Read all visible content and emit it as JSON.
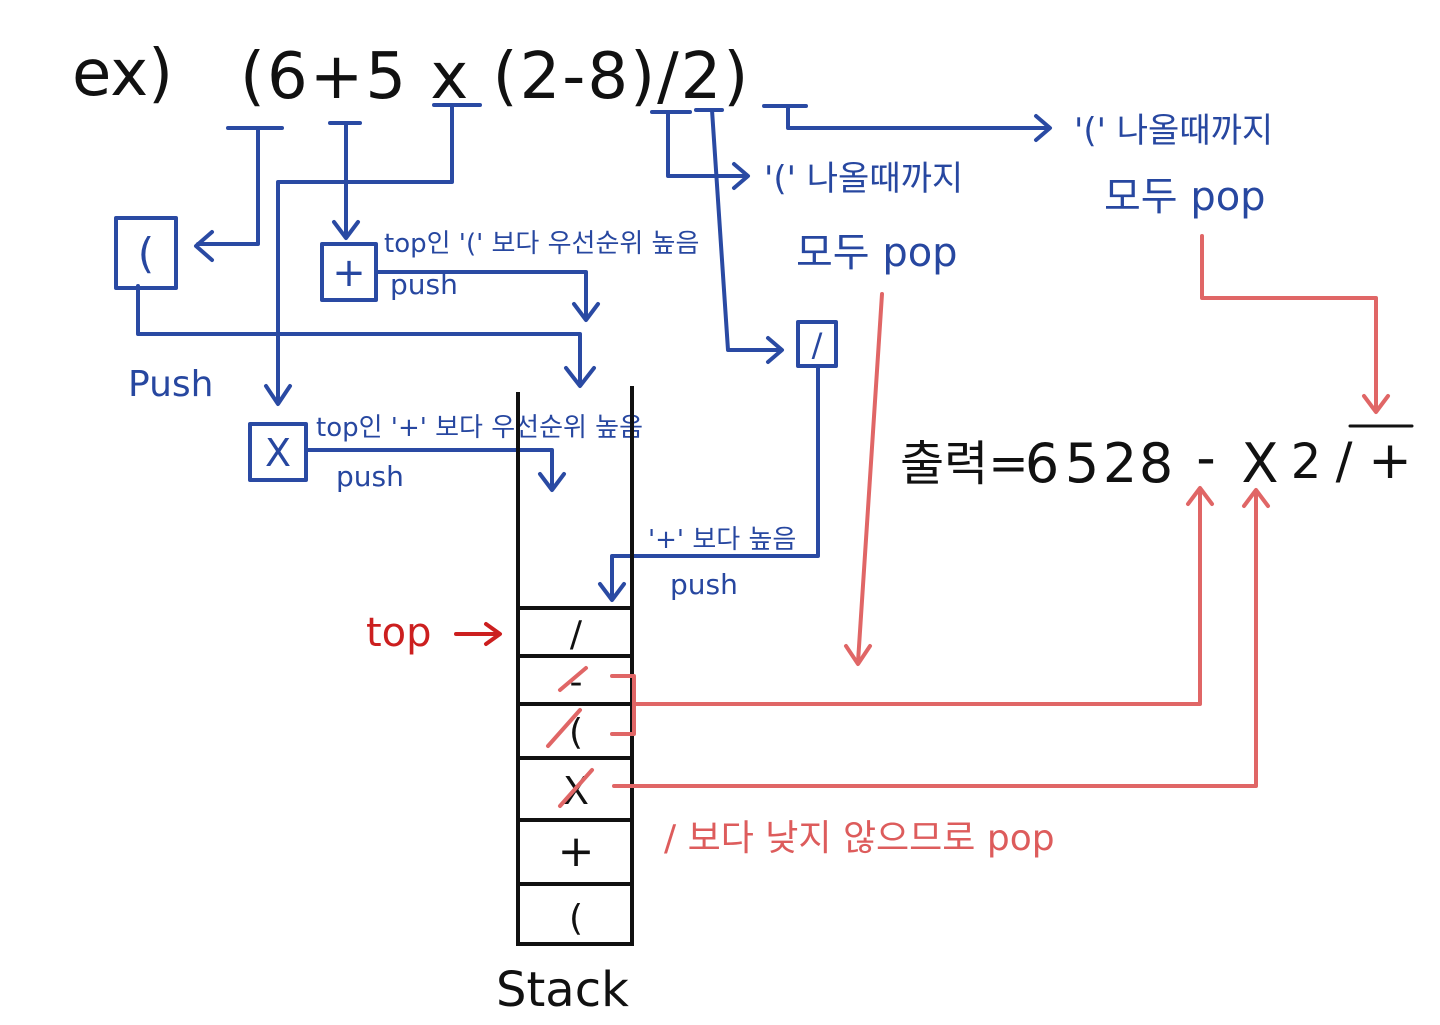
{
  "expression": {
    "prefix": "ex)",
    "text": "(6+5 x (2-8)/2)"
  },
  "operators": {
    "open_paren": "(",
    "plus": "+",
    "times": "X",
    "divide": "/"
  },
  "notes": {
    "open_paren_push": "Push",
    "plus_note": "top인 '(' 보다 우선순위 높음",
    "plus_push": "push",
    "times_note": "top인 '+' 보다 우선순위 높음",
    "times_push": "push",
    "divide_note": "'+' 보다 높음",
    "divide_push": "push",
    "close_paren_1_line1": "'(' 나올때까지",
    "close_paren_1_line2": "모두 pop",
    "close_paren_2_line1": "'(' 나올때까지",
    "close_paren_2_line2": "모두 pop",
    "pop_reason": "/ 보다 낮지 않으므로 pop"
  },
  "stack": {
    "label": "Stack",
    "top_label": "top",
    "cells": [
      "/",
      "-",
      "(",
      "X",
      "+",
      "("
    ]
  },
  "output": {
    "label": "출력=",
    "tokens": [
      "6",
      "5",
      "2",
      "8",
      "-",
      "X",
      "2",
      "/",
      "+"
    ]
  },
  "colors": {
    "ink": "#111111",
    "blue": "#2a4aa3",
    "red": "#cc1f1f",
    "pink": "#e06666"
  }
}
